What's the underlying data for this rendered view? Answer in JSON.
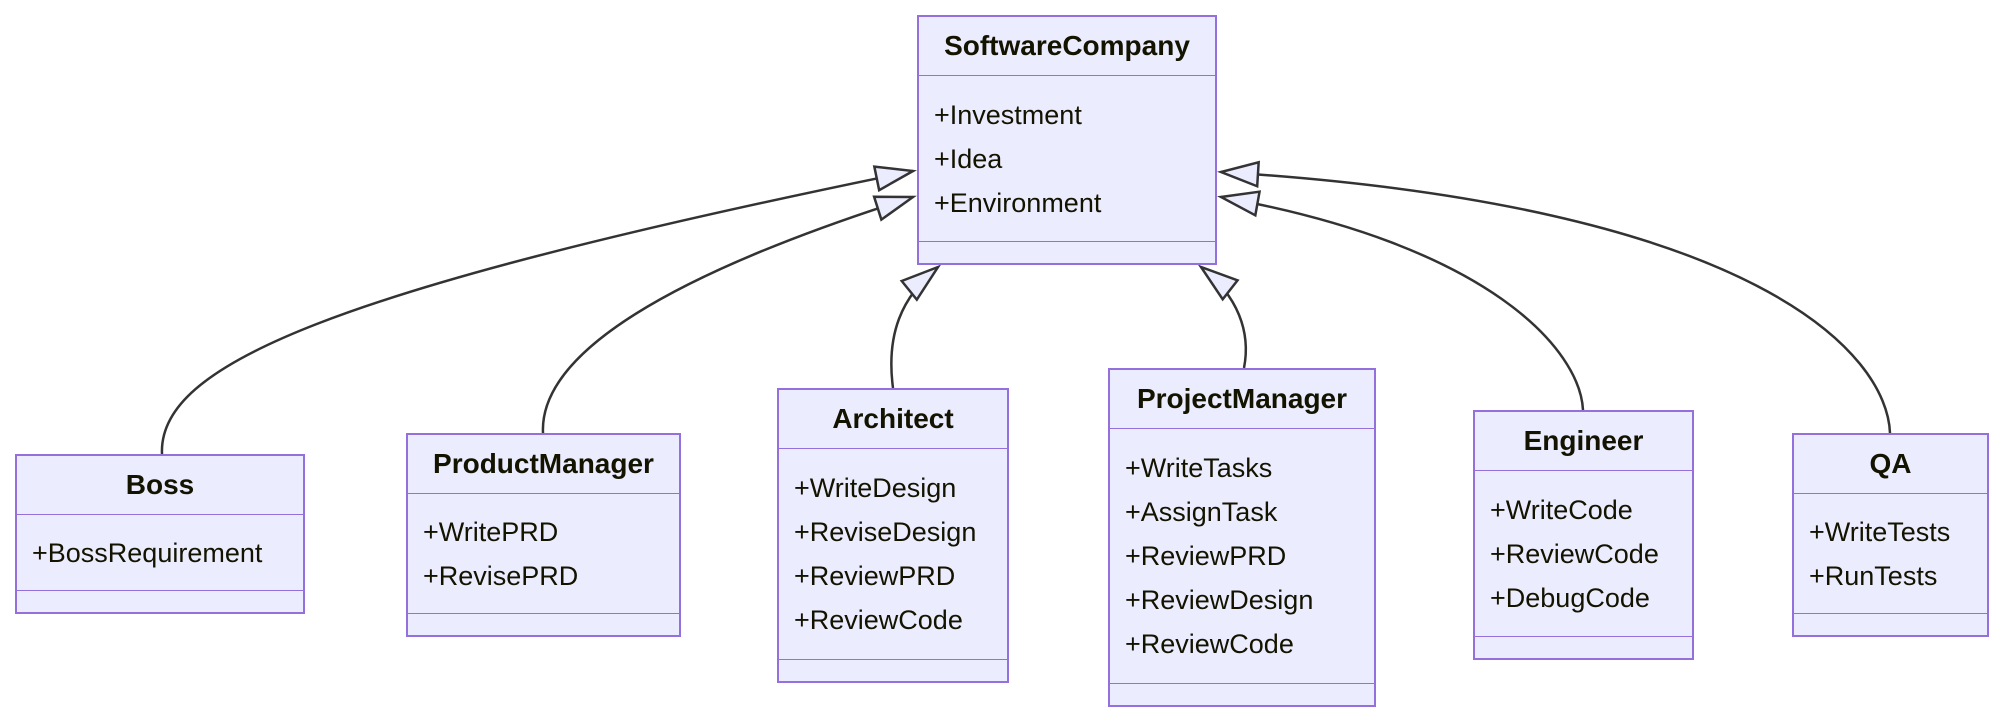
{
  "diagram": {
    "type": "uml-class-diagram",
    "background": "#ffffff",
    "colors": {
      "node_fill": "#ECECFF",
      "node_border": "#9370DB",
      "edge_stroke": "#333333",
      "text": "#131300"
    },
    "classes": [
      {
        "name": "SoftwareCompany",
        "attributes": [
          "+Investment",
          "+Idea",
          "+Environment"
        ],
        "methods": []
      },
      {
        "name": "Boss",
        "attributes": [
          "+BossRequirement"
        ],
        "methods": []
      },
      {
        "name": "ProductManager",
        "attributes": [
          "+WritePRD",
          "+RevisePRD"
        ],
        "methods": []
      },
      {
        "name": "Architect",
        "attributes": [
          "+WriteDesign",
          "+ReviseDesign",
          "+ReviewPRD",
          "+ReviewCode"
        ],
        "methods": []
      },
      {
        "name": "ProjectManager",
        "attributes": [
          "+WriteTasks",
          "+AssignTask",
          "+ReviewPRD",
          "+ReviewDesign",
          "+ReviewCode"
        ],
        "methods": []
      },
      {
        "name": "Engineer",
        "attributes": [
          "+WriteCode",
          "+ReviewCode",
          "+DebugCode"
        ],
        "methods": []
      },
      {
        "name": "QA",
        "attributes": [
          "+WriteTests",
          "+RunTests"
        ],
        "methods": []
      }
    ],
    "relationships": [
      {
        "from": "Boss",
        "to": "SoftwareCompany",
        "type": "inheritance"
      },
      {
        "from": "ProductManager",
        "to": "SoftwareCompany",
        "type": "inheritance"
      },
      {
        "from": "Architect",
        "to": "SoftwareCompany",
        "type": "inheritance"
      },
      {
        "from": "ProjectManager",
        "to": "SoftwareCompany",
        "type": "inheritance"
      },
      {
        "from": "Engineer",
        "to": "SoftwareCompany",
        "type": "inheritance"
      },
      {
        "from": "QA",
        "to": "SoftwareCompany",
        "type": "inheritance"
      }
    ]
  }
}
